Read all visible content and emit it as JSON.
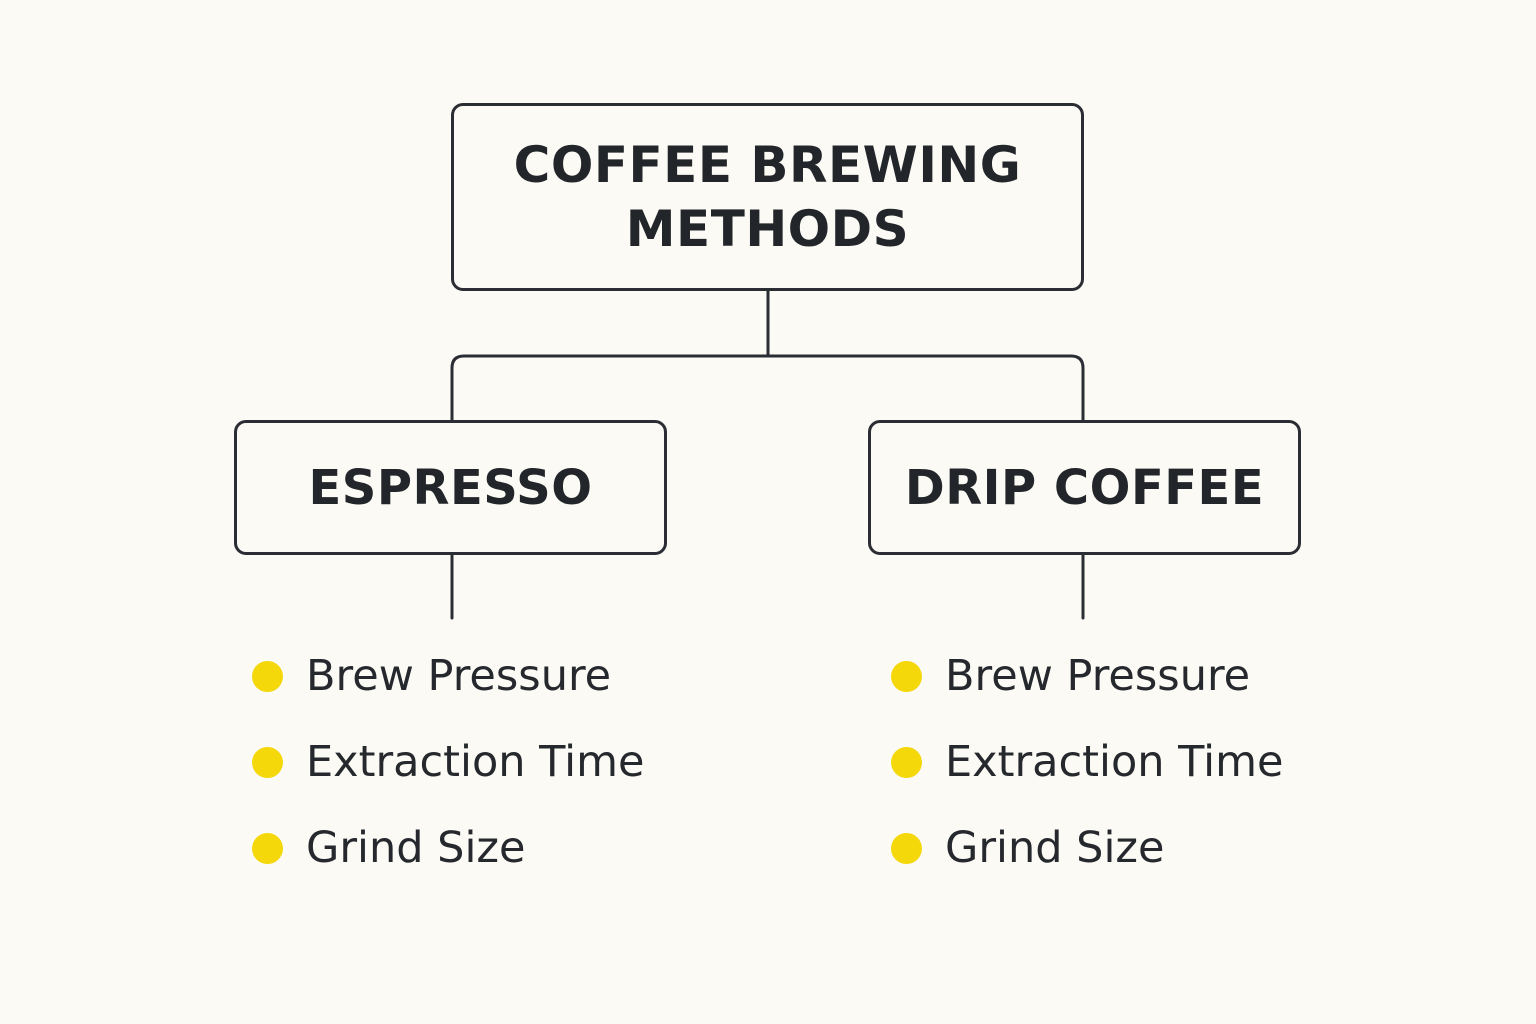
{
  "root": {
    "title_line1": "COFFEE BREWING",
    "title_line2": "METHODS"
  },
  "branches": [
    {
      "label": "ESPRESSO",
      "items": [
        "Brew Pressure",
        "Extraction Time",
        "Grind Size"
      ]
    },
    {
      "label": "DRIP COFFEE",
      "items": [
        "Brew Pressure",
        "Extraction Time",
        "Grind Size"
      ]
    }
  ],
  "colors": {
    "background": "#fcfaf5",
    "outline": "#2a2d33",
    "bullet": "#f4d80a",
    "text": "#22252a"
  }
}
